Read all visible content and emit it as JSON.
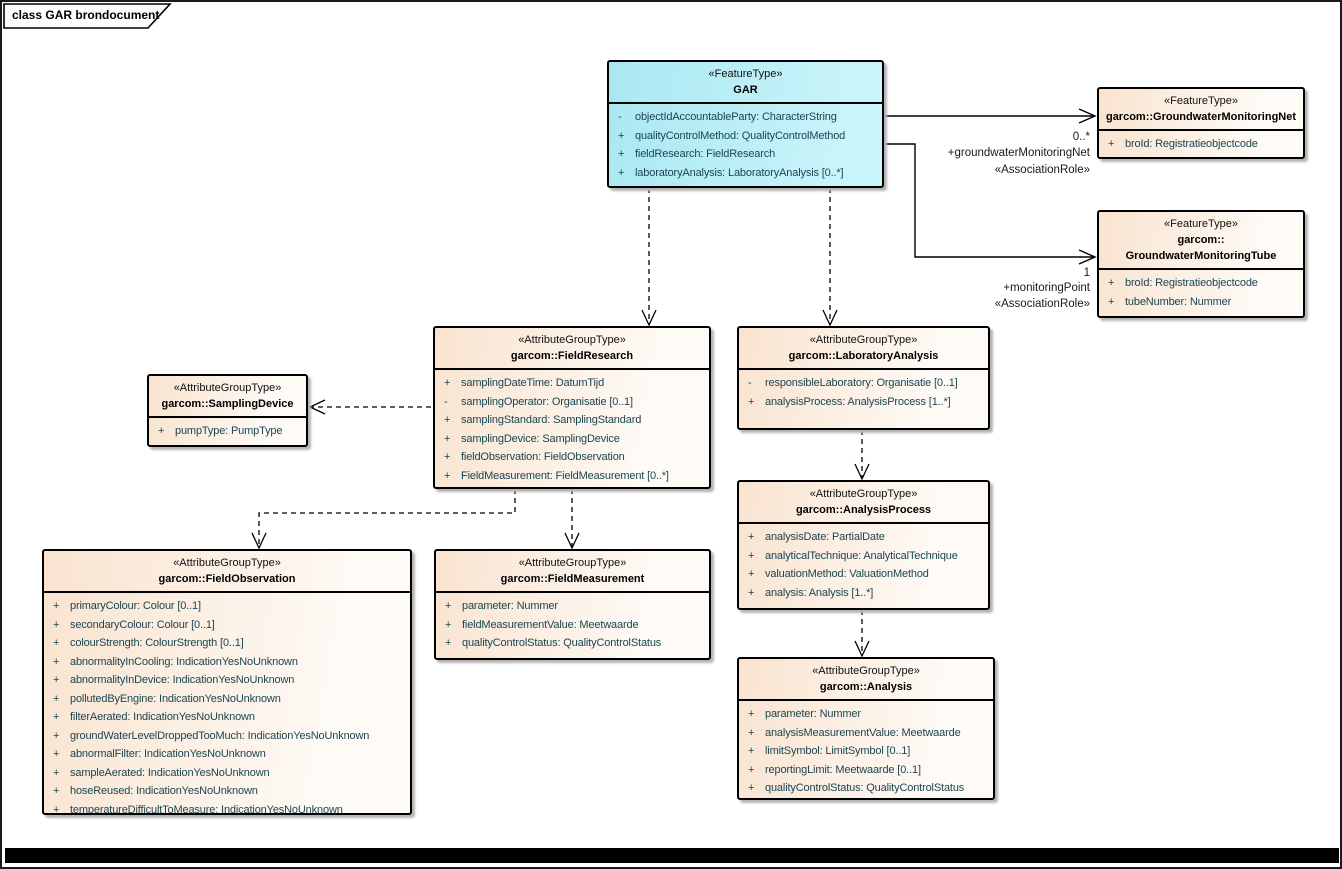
{
  "frame": {
    "title": "class GAR brondocument"
  },
  "colors": {
    "attr-text": "#1b4552",
    "feature-fill-from": "#a9e8f1",
    "feature-fill-to": "#c9f4fa",
    "group-fill-from": "#f9e3cf",
    "group-fill-to": "#fefbf7",
    "shadow": "#b4b4b4",
    "line": "#000000"
  },
  "classes": {
    "gar": {
      "stereotype": "«FeatureType»",
      "name": "GAR",
      "attrs": [
        {
          "vis": "-",
          "text": "objectIdAccountableParty: CharacterString"
        },
        {
          "vis": "+",
          "text": "qualityControlMethod: QualityControlMethod"
        },
        {
          "vis": "+",
          "text": "fieldResearch: FieldResearch"
        },
        {
          "vis": "+",
          "text": "laboratoryAnalysis: LaboratoryAnalysis [0..*]"
        }
      ]
    },
    "net": {
      "stereotype": "«FeatureType»",
      "name": "garcom::GroundwaterMonitoringNet",
      "attrs": [
        {
          "vis": "+",
          "text": "broId: Registratieobjectcode"
        }
      ]
    },
    "tube": {
      "stereotype": "«FeatureType»",
      "name": "garcom::",
      "name2": "GroundwaterMonitoringTube",
      "attrs": [
        {
          "vis": "+",
          "text": "broId: Registratieobjectcode"
        },
        {
          "vis": "+",
          "text": "tubeNumber: Nummer"
        }
      ]
    },
    "fieldResearch": {
      "stereotype": "«AttributeGroupType»",
      "name": "garcom::FieldResearch",
      "attrs": [
        {
          "vis": "+",
          "text": "samplingDateTime: DatumTijd"
        },
        {
          "vis": "-",
          "text": "samplingOperator: Organisatie [0..1]"
        },
        {
          "vis": "+",
          "text": "samplingStandard: SamplingStandard"
        },
        {
          "vis": "+",
          "text": "samplingDevice: SamplingDevice"
        },
        {
          "vis": "+",
          "text": "fieldObservation: FieldObservation"
        },
        {
          "vis": "+",
          "text": "FieldMeasurement: FieldMeasurement [0..*]"
        }
      ]
    },
    "labAnalysis": {
      "stereotype": "«AttributeGroupType»",
      "name": "garcom::LaboratoryAnalysis",
      "attrs": [
        {
          "vis": "-",
          "text": "responsibleLaboratory: Organisatie [0..1]"
        },
        {
          "vis": "+",
          "text": "analysisProcess: AnalysisProcess [1..*]"
        }
      ]
    },
    "samplingDevice": {
      "stereotype": "«AttributeGroupType»",
      "name": "garcom::SamplingDevice",
      "attrs": [
        {
          "vis": "+",
          "text": "pumpType: PumpType"
        }
      ]
    },
    "fieldObservation": {
      "stereotype": "«AttributeGroupType»",
      "name": "garcom::FieldObservation",
      "attrs": [
        {
          "vis": "+",
          "text": "primaryColour: Colour [0..1]"
        },
        {
          "vis": "+",
          "text": "secondaryColour: Colour [0..1]"
        },
        {
          "vis": "+",
          "text": "colourStrength: ColourStrength [0..1]"
        },
        {
          "vis": "+",
          "text": "abnormalityInCooling: IndicationYesNoUnknown"
        },
        {
          "vis": "+",
          "text": "abnormalityInDevice: IndicationYesNoUnknown"
        },
        {
          "vis": "+",
          "text": "pollutedByEngine: IndicationYesNoUnknown"
        },
        {
          "vis": "+",
          "text": "filterAerated: IndicationYesNoUnknown"
        },
        {
          "vis": "+",
          "text": "groundWaterLevelDroppedTooMuch: IndicationYesNoUnknown"
        },
        {
          "vis": "+",
          "text": "abnormalFilter: IndicationYesNoUnknown"
        },
        {
          "vis": "+",
          "text": "sampleAerated: IndicationYesNoUnknown"
        },
        {
          "vis": "+",
          "text": "hoseReused: IndicationYesNoUnknown"
        },
        {
          "vis": "+",
          "text": "temperatureDifficultToMeasure: IndicationYesNoUnknown"
        }
      ]
    },
    "fieldMeasurement": {
      "stereotype": "«AttributeGroupType»",
      "name": "garcom::FieldMeasurement",
      "attrs": [
        {
          "vis": "+",
          "text": "parameter: Nummer"
        },
        {
          "vis": "+",
          "text": "fieldMeasurementValue: Meetwaarde"
        },
        {
          "vis": "+",
          "text": "qualityControlStatus: QualityControlStatus"
        }
      ]
    },
    "analysisProcess": {
      "stereotype": "«AttributeGroupType»",
      "name": "garcom::AnalysisProcess",
      "attrs": [
        {
          "vis": "+",
          "text": "analysisDate: PartialDate"
        },
        {
          "vis": "+",
          "text": "analyticalTechnique: AnalyticalTechnique"
        },
        {
          "vis": "+",
          "text": "valuationMethod: ValuationMethod"
        },
        {
          "vis": "+",
          "text": "analysis: Analysis [1..*]"
        }
      ]
    },
    "analysis": {
      "stereotype": "«AttributeGroupType»",
      "name": "garcom::Analysis",
      "attrs": [
        {
          "vis": "+",
          "text": "parameter: Nummer"
        },
        {
          "vis": "+",
          "text": "analysisMeasurementValue: Meetwaarde"
        },
        {
          "vis": "+",
          "text": "limitSymbol: LimitSymbol [0..1]"
        },
        {
          "vis": "+",
          "text": "reportingLimit: Meetwaarde [0..1]"
        },
        {
          "vis": "+",
          "text": "qualityControlStatus: QualityControlStatus"
        }
      ]
    }
  },
  "associations": {
    "net": {
      "multiplicity": "0..*",
      "role": "+groundwaterMonitoringNet",
      "stereotype": "«AssociationRole»"
    },
    "tube": {
      "multiplicity": "1",
      "role": "+monitoringPoint",
      "stereotype": "«AssociationRole»"
    }
  }
}
